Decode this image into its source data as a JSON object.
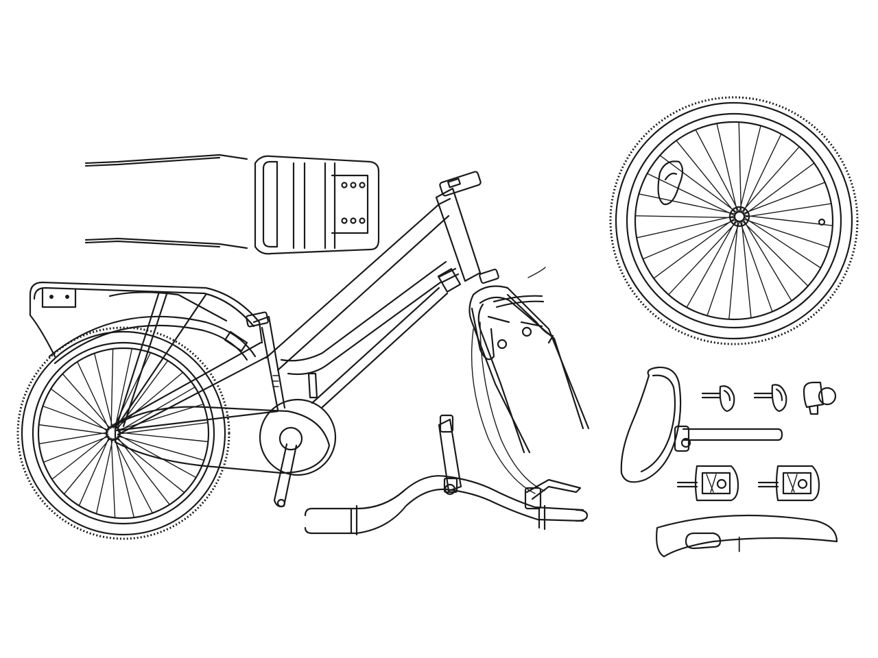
{
  "diagram": {
    "style": "line-art",
    "stroke_color": "#1a1a1a",
    "background": "#ffffff",
    "parts": [
      "rear-rack",
      "frame-with-rear-wheel",
      "front-fork-with-brake",
      "handlebar",
      "front-wheel",
      "saddle-with-seatpost",
      "bolts-and-bell",
      "pedals",
      "front-fender"
    ],
    "fender_mark": "|"
  }
}
